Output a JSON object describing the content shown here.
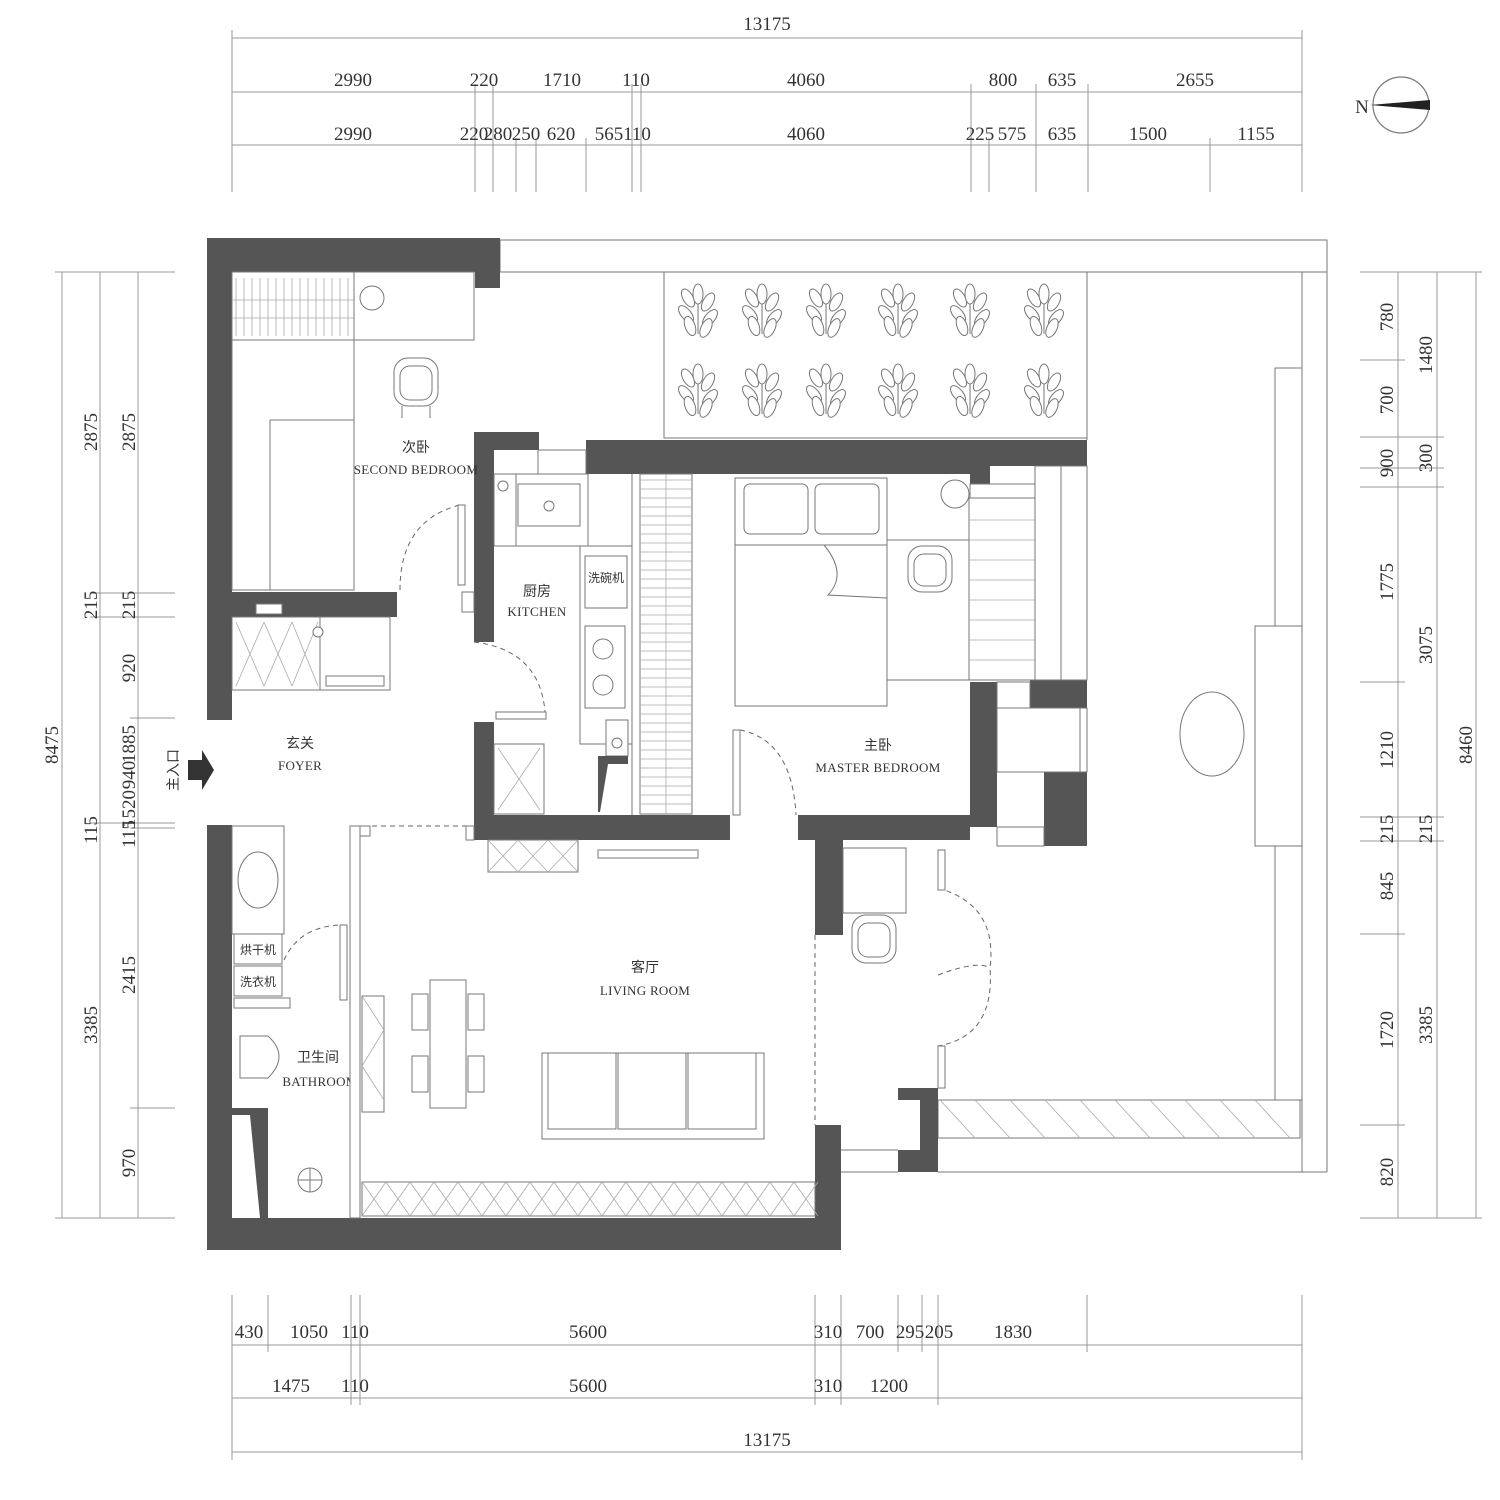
{
  "dimensions": {
    "top_total": "13175",
    "top_row1": [
      "2990",
      "220",
      "1710",
      "110",
      "4060",
      "800",
      "635",
      "2655"
    ],
    "top_row2": [
      "2990",
      "220",
      "280",
      "250",
      "620",
      "565",
      "110",
      "4060",
      "225",
      "575",
      "635",
      "1500",
      "1155"
    ],
    "bottom_row1": [
      "430",
      "1050",
      "110",
      "5600",
      "310",
      "700",
      "295",
      "205",
      "1830"
    ],
    "bottom_row2": [
      "1475",
      "110",
      "5600",
      "310",
      "1200"
    ],
    "bottom_total": "13175",
    "left_total": "8475",
    "left_col1": [
      "2875",
      "215",
      "3385"
    ],
    "left_col2": [
      "2875",
      "215",
      "920",
      "1885",
      "940",
      "1520",
      "115",
      "2415",
      "970"
    ],
    "left_col3": [
      "115"
    ],
    "right_total": "8460",
    "right_col1": [
      "780",
      "700",
      "900",
      "1775",
      "1210",
      "215",
      "845",
      "1720",
      "820"
    ],
    "right_col2": [
      "1480",
      "300",
      "3075",
      "215",
      "3385"
    ]
  },
  "compass": {
    "label": "N"
  },
  "entrance": {
    "label": "主入口"
  },
  "rooms": {
    "second_bedroom": {
      "cn": "次卧",
      "en": "SECOND BEDROOM"
    },
    "kitchen": {
      "cn": "厨房",
      "en": "KITCHEN"
    },
    "dishwasher": "洗碗机",
    "foyer": {
      "cn": "玄关",
      "en": "FOYER"
    },
    "master_bedroom": {
      "cn": "主卧",
      "en": "MASTER BEDROOM"
    },
    "living_room": {
      "cn": "客厅",
      "en": "LIVING ROOM"
    },
    "bathroom": {
      "cn": "卫生间",
      "en": "BATHROOM"
    },
    "dryer": "烘干机",
    "washer": "洗衣机"
  }
}
